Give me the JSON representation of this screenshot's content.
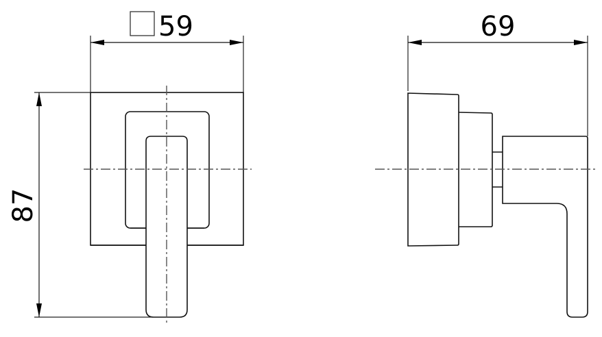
{
  "drawing": {
    "front_view": {
      "width_dimension": {
        "symbol": "square-icon",
        "value": "59"
      },
      "height_dimension": {
        "value": "87"
      }
    },
    "side_view": {
      "depth_dimension": {
        "value": "69"
      }
    },
    "colors": {
      "line": "#111111",
      "centerline": "#555555",
      "background": "#ffffff"
    }
  }
}
